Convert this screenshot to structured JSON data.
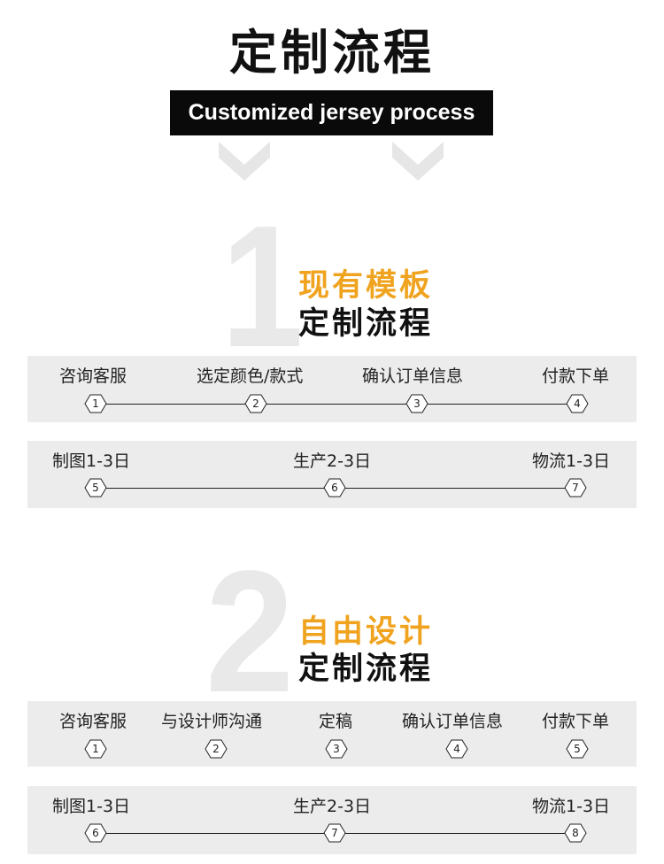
{
  "header": {
    "title": "定制流程",
    "subtitle": "Customized jersey process"
  },
  "section1": {
    "number": "1",
    "heading_top": "现有模板",
    "heading_bottom": "定制流程",
    "row1": {
      "labels": [
        "咨询客服",
        "选定颜色/款式",
        "确认订单信息",
        "付款下单"
      ],
      "steps": [
        "1",
        "2",
        "3",
        "4"
      ]
    },
    "row2": {
      "labels": [
        "制图1-3日",
        "生产2-3日",
        "物流1-3日"
      ],
      "steps": [
        "5",
        "6",
        "7"
      ]
    }
  },
  "section2": {
    "number": "2",
    "heading_top": "自由设计",
    "heading_bottom": "定制流程",
    "row1": {
      "labels": [
        "咨询客服",
        "与设计师沟通",
        "定稿",
        "确认订单信息",
        "付款下单"
      ],
      "steps": [
        "1",
        "2",
        "3",
        "4",
        "5"
      ]
    },
    "row2": {
      "labels": [
        "制图1-3日",
        "生产2-3日",
        "物流1-3日"
      ],
      "steps": [
        "6",
        "7",
        "8"
      ]
    }
  },
  "colors": {
    "accent": "#f0a31f",
    "band": "#ececec",
    "big_number": "#e9e9e9",
    "chevron": "#e6e6e6"
  },
  "icons": {
    "chevron": "chevron-down-icon",
    "step": "hexagon-step-icon"
  }
}
